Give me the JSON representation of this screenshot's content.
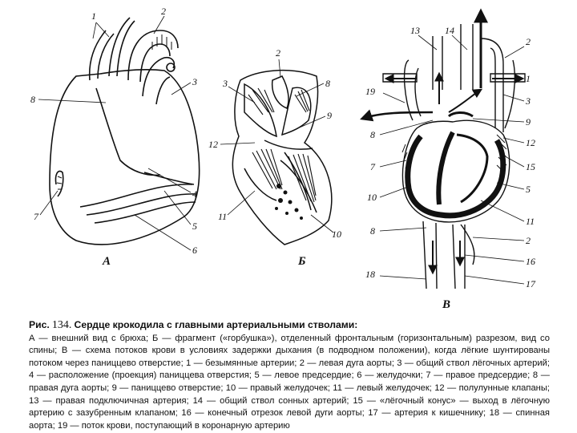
{
  "figure": {
    "panel_labels": {
      "a": "А",
      "b": "Б",
      "v": "В"
    },
    "labels_a": [
      "1",
      "2",
      "3",
      "8",
      "4",
      "5",
      "6",
      "7"
    ],
    "labels_b": [
      "2",
      "3",
      "8",
      "9",
      "12",
      "11",
      "10"
    ],
    "labels_v": [
      "13",
      "14",
      "2",
      "1",
      "3",
      "19",
      "8",
      "9",
      "12",
      "15",
      "7",
      "5",
      "10",
      "11",
      "8",
      "2",
      "16",
      "18",
      "17"
    ]
  },
  "caption": {
    "fig_prefix": "Рис.",
    "fig_number": "134.",
    "title": "Сердце крокодила с главными артериальными стволами:",
    "text": "А — внешний вид с брюха; Б — фрагмент («горбушка»), отделенный фронтальным (горизонтальным) разрезом, вид со спины; В — схема потоков крови в условиях задержки дыхания (в подводном положении), когда лёгкие шунтированы потоком через паниццево отверстие; 1 — безымянные артерии; 2 — левая дуга аорты; 3 — общий ствол лёгочных артерий; 4 — расположение (проекция) паниццева отверстия; 5 — левое предсердие; 6 — желудочки; 7 — правое предсердие; 8 — правая дуга аорты; 9 — паниццево отверстие; 10 — правый желудочек; 11 — левый желудочек; 12 — полулунные клапаны; 13 — правая подключичная артерия; 14 — общий ствол сонных артерий; 15 — «лёгочный конус» — выход в лёгочную артерию с зазубренным клапаном; 16 — конечный отрезок левой дуги аорты; 17 — артерия к кишечнику; 18 — спинная аорта; 19 — поток крови, поступающий в коронарную артерию"
  }
}
